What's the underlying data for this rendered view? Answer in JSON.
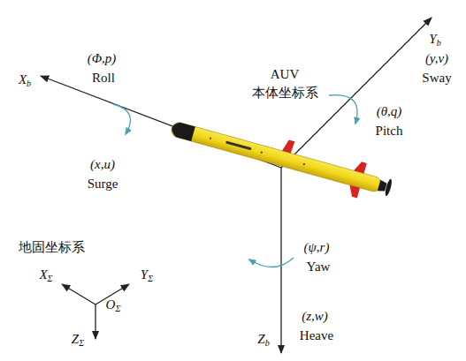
{
  "diagram": {
    "labels": [
      "Yb",
      "(y,v)",
      "Sway",
      "(Φ,p)",
      "Roll",
      "Xb",
      "AUV",
      "本体坐标系",
      "(θ,q)",
      "Pitch",
      "(x,u)",
      "Surge",
      "地固坐标系",
      "XΣ",
      "YΣ",
      "OΣ",
      "ZΣ",
      "(ψ,r)",
      "Yaw",
      "(z,w)",
      "Heave",
      "Zb"
    ]
  }
}
